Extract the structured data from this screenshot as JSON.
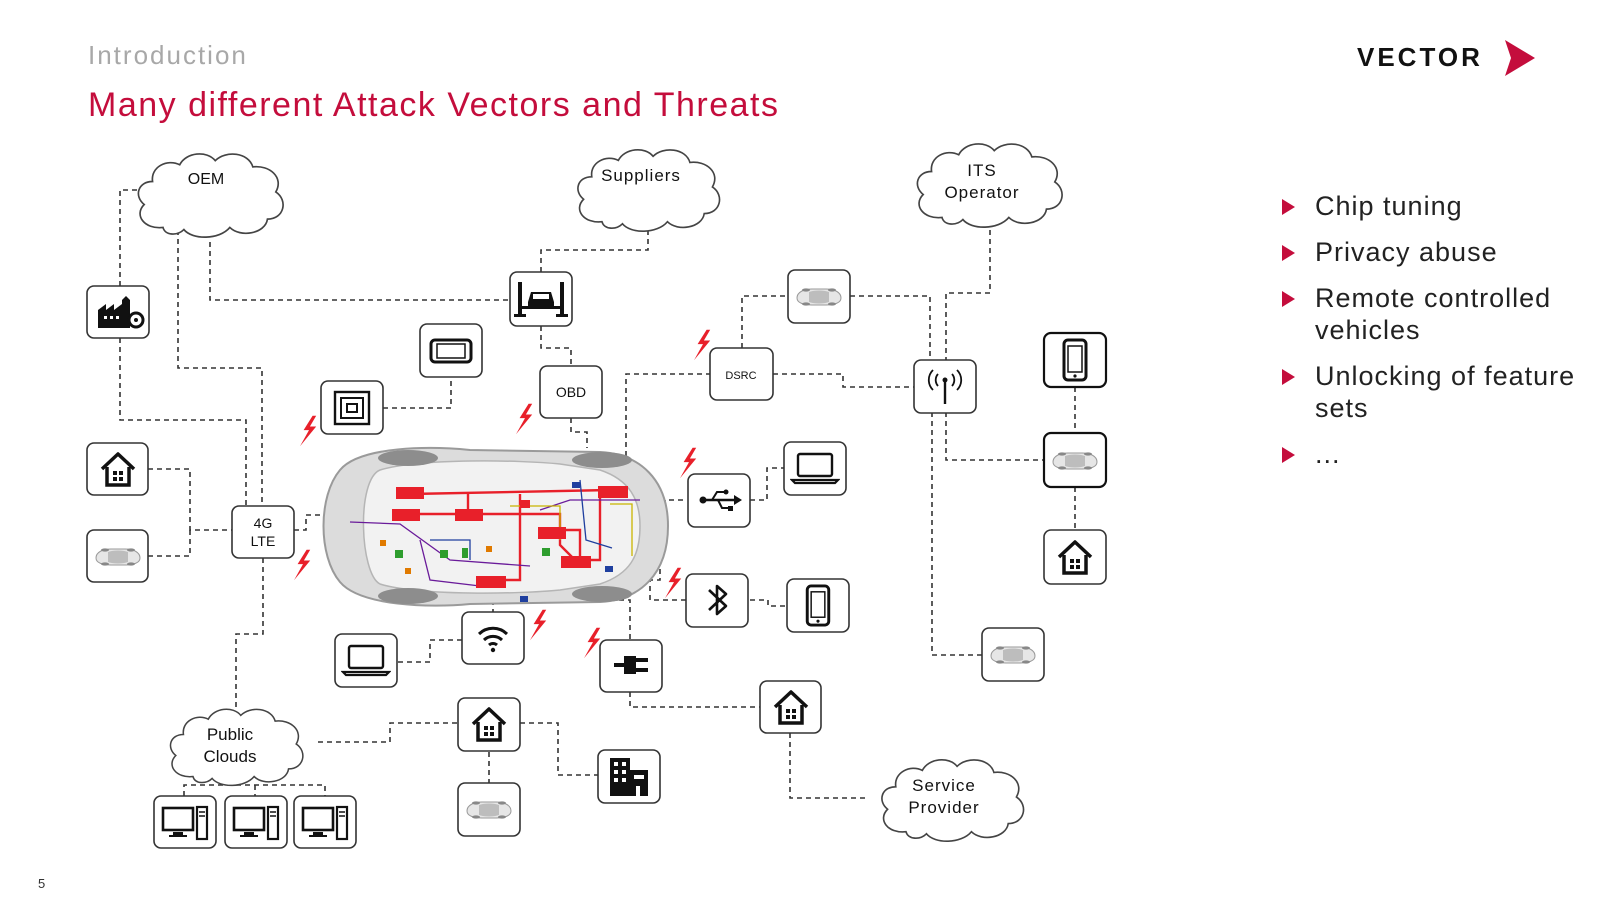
{
  "header": {
    "section": "Introduction",
    "title": "Many different Attack Vectors and Threats",
    "logo_text": "VECTOR",
    "page_number": "5"
  },
  "colors": {
    "accent": "#c40d3c",
    "subtitle": "#a8a8a8",
    "threat": "#e8202a"
  },
  "clouds": {
    "oem": "OEM",
    "suppliers": "Suppliers",
    "its_line1": "ITS",
    "its_line2": "Operator",
    "public_line1": "Public",
    "public_line2": "Clouds",
    "service_line1": "Service",
    "service_line2": "Provider"
  },
  "nodes": {
    "lte_line1": "4G",
    "lte_line2": "LTE",
    "obd": "OBD",
    "dsrc": "DSRC"
  },
  "icons": [
    "factory-icon",
    "house-icon",
    "car-icon",
    "tablet-icon",
    "nfc-chip-icon",
    "car-lift-icon",
    "laptop-icon",
    "wifi-icon",
    "usb-icon",
    "bluetooth-icon",
    "smartphone-icon",
    "power-plug-icon",
    "antenna-icon",
    "office-building-icon",
    "desktop-computer-icon",
    "lightning-icon"
  ],
  "bullets": [
    "Chip tuning",
    "Privacy abuse",
    "Remote controlled vehicles",
    "Unlocking of feature sets",
    "..."
  ]
}
